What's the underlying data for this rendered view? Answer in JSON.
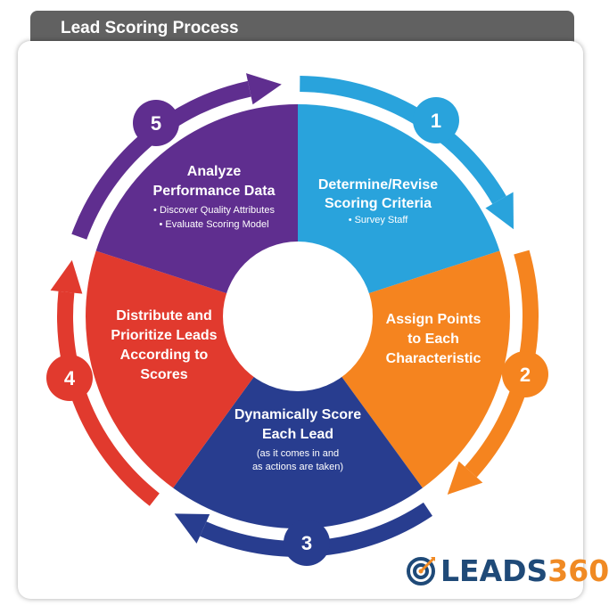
{
  "header": {
    "title": "Lead Scoring Process"
  },
  "colors": {
    "step1": "#29a3dc",
    "step2": "#f5841f",
    "step3": "#283d8f",
    "step4": "#e13a2e",
    "step5": "#5f2e8f",
    "header_bg": "#616161",
    "logo_dark": "#1f4a78",
    "logo_accent": "#f08a24"
  },
  "steps": [
    {
      "number": "1",
      "title_lines": [
        "Determine/Revise",
        "Scoring Criteria"
      ],
      "bullets": [
        "• Survey Staff"
      ]
    },
    {
      "number": "2",
      "title_lines": [
        "Assign Points",
        "to Each",
        "Characteristic"
      ],
      "bullets": []
    },
    {
      "number": "3",
      "title_lines": [
        "Dynamically Score",
        "Each Lead"
      ],
      "bullets": [
        "(as it comes in and",
        "as actions are taken)"
      ]
    },
    {
      "number": "4",
      "title_lines": [
        "Distribute and",
        "Prioritize Leads",
        "According to",
        "Scores"
      ],
      "bullets": []
    },
    {
      "number": "5",
      "title_lines": [
        "Analyze",
        "Performance Data"
      ],
      "bullets": [
        "• Discover Quality Attributes",
        "• Evaluate Scoring Model"
      ]
    }
  ],
  "logo": {
    "text_main": "LEADS",
    "text_accent": "360",
    "icon": "target-icon"
  }
}
